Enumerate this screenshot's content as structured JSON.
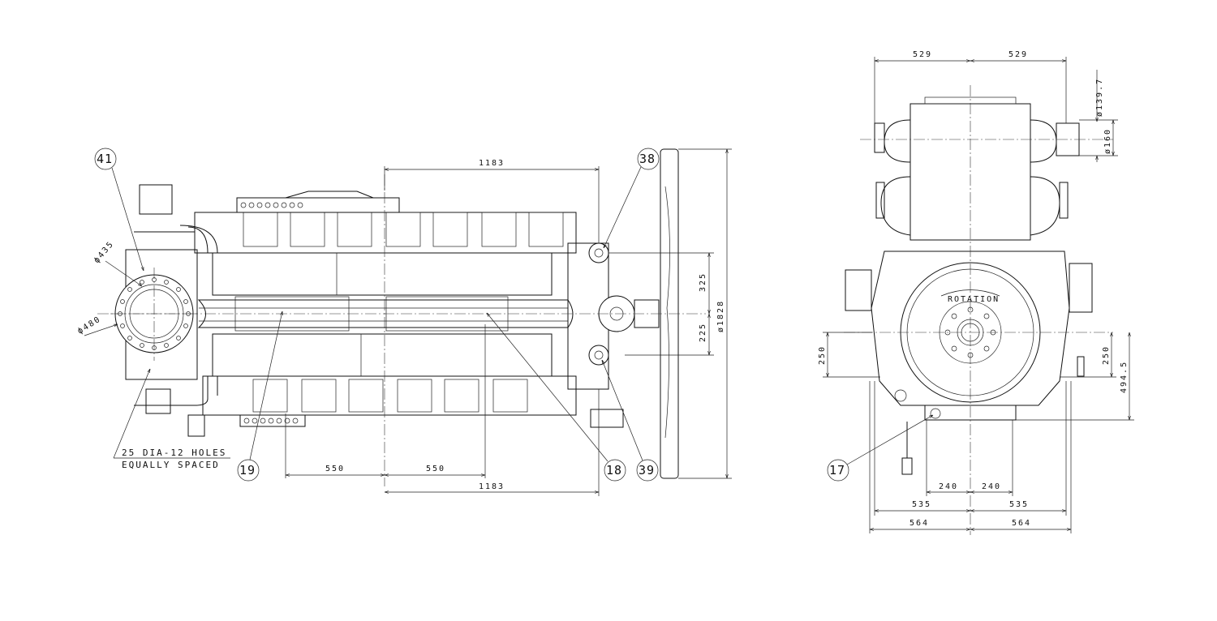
{
  "drawing": {
    "side_view": {
      "dimensions": {
        "top_span": "1183",
        "bottom_span": "1183",
        "left_550": "550",
        "right_550": "550",
        "upper_offset": "325",
        "lower_offset": "225",
        "fan_diameter": "ø1828",
        "flange_outer": "ϕ480",
        "flange_bolt": "ϕ435"
      },
      "callouts": {
        "c41": "41",
        "c38": "38",
        "c19": "19",
        "c18": "18",
        "c39": "39"
      },
      "note_line1": "25 DIA-12 HOLES",
      "note_line2": "EQUALLY SPACED"
    },
    "end_view": {
      "dimensions": {
        "top_left": "529",
        "top_right": "529",
        "pipe_outer": "ø139.7",
        "pipe_flange": "ø160",
        "left_250": "250",
        "right_250": "250",
        "height_494": "494.5",
        "bottom_240_left": "240",
        "bottom_240_right": "240",
        "bottom_535_left": "535",
        "bottom_535_right": "535",
        "bottom_564_left": "564",
        "bottom_564_right": "564"
      },
      "rotation_label": "ROTATION",
      "callouts": {
        "c17": "17"
      }
    }
  }
}
